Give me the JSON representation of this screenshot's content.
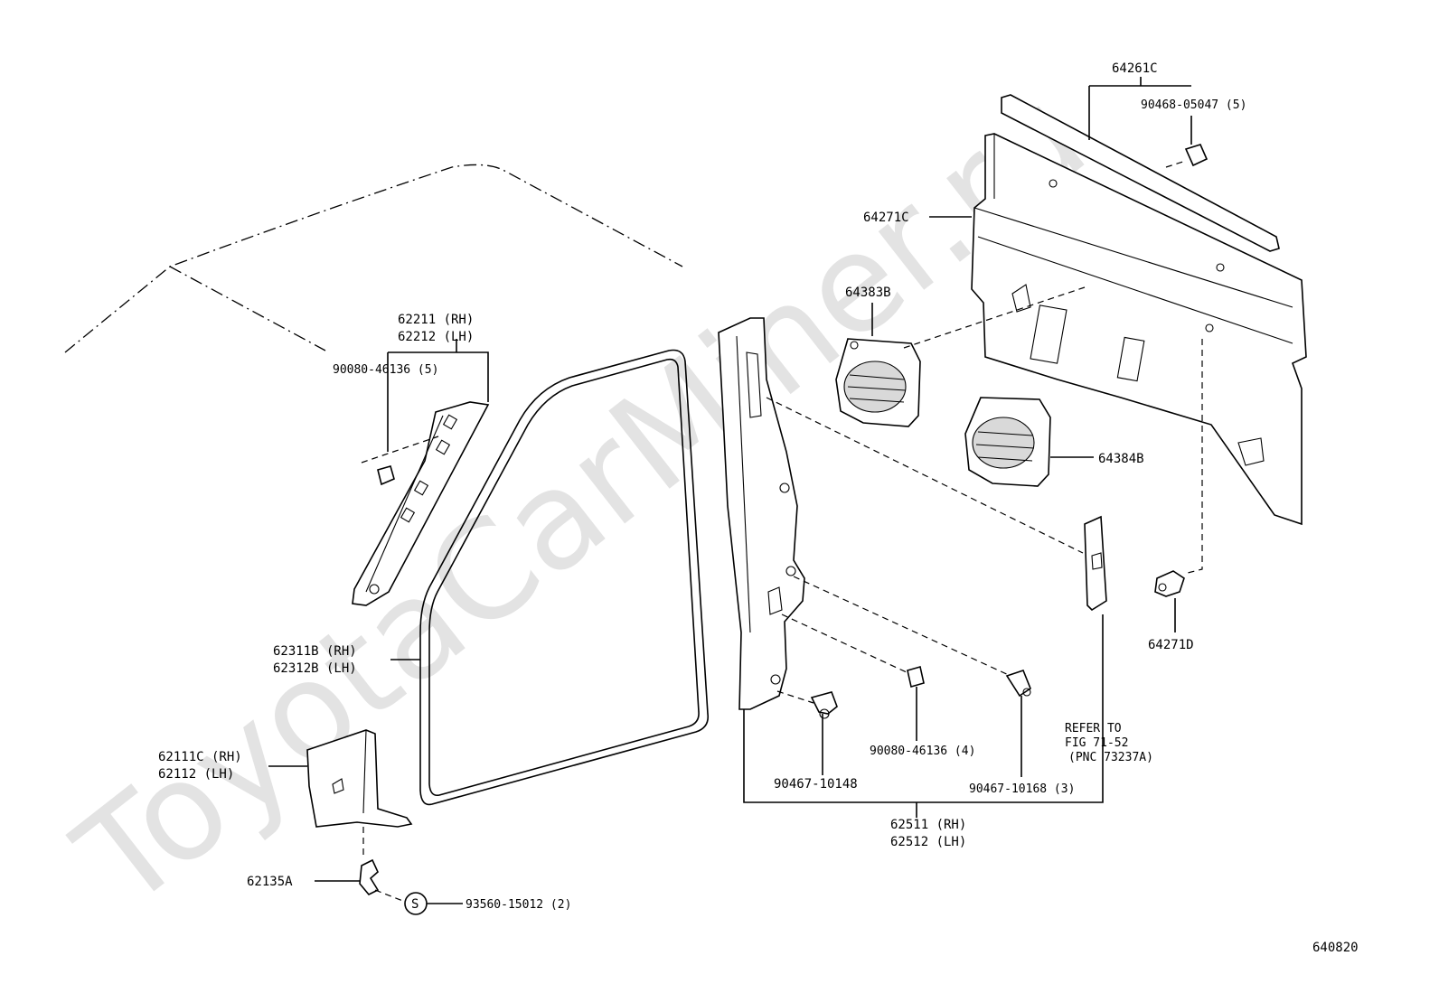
{
  "watermark": "ToyotaCarMiner.ru",
  "diagram_id": "640820",
  "labels": {
    "p64261C": "64261C",
    "p90468": "90468-05047 (5)",
    "p64271C": "64271C",
    "p64383B": "64383B",
    "p64384B": "64384B",
    "p64271D": "64271D",
    "p62211": "62211 (RH)",
    "p62212": "62212 (LH)",
    "p90080a": "90080-46136 (5)",
    "p62311B": "62311B (RH)",
    "p62312B": "62312B (LH)",
    "p62111C": "62111C (RH)",
    "p62112": "62112  (LH)",
    "p62135A": "62135A",
    "p93560": "93560-15012 (2)",
    "s_symbol": "S",
    "p90467a": "90467-10148",
    "p90080b": "90080-46136 (4)",
    "p90467b": "90467-10168 (3)",
    "refer1": "REFER TO",
    "refer2": "FIG 71-52",
    "refer3": "(PNC 73237A)",
    "p62511": "62511 (RH)",
    "p62512": "62512 (LH)"
  }
}
